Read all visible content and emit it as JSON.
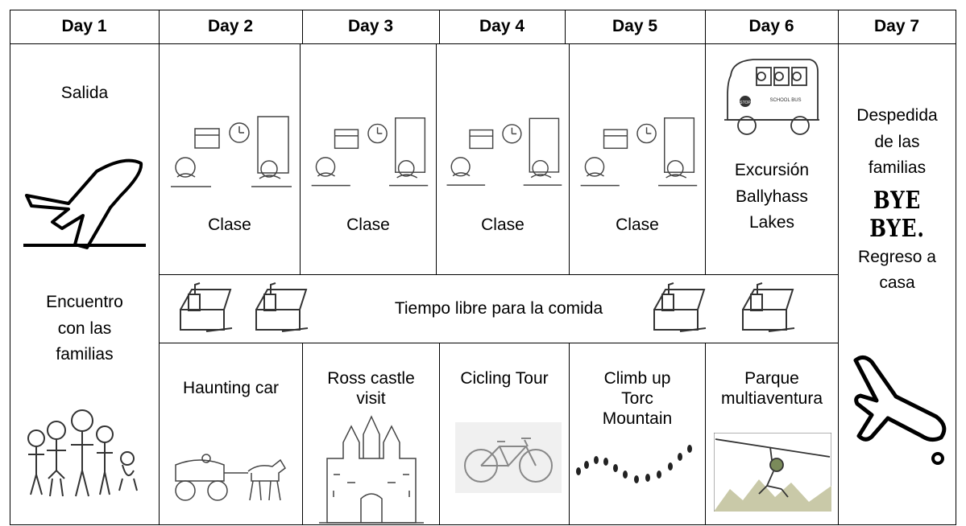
{
  "headers": [
    "Day 1",
    "Day 2",
    "Day 3",
    "Day 4",
    "Day 5",
    "Day 6",
    "Day 7"
  ],
  "day1": {
    "top": "Salida",
    "bottom": [
      "Encuentro",
      "con las",
      "familias"
    ]
  },
  "class_label": "Clase",
  "day6": {
    "lines": [
      "Excursión",
      "Ballyhass",
      "Lakes"
    ]
  },
  "day7": {
    "top": [
      "Despedida",
      "de las",
      "familias"
    ],
    "bye": "BYE BYE.",
    "return": [
      "Regreso a",
      "casa"
    ]
  },
  "lunch_row": {
    "label": "Tiempo libre para la comida"
  },
  "activities": {
    "day2": "Haunting car",
    "day3": [
      "Ross castle",
      "visit"
    ],
    "day4": "Cicling Tour",
    "day5": [
      "Climb up",
      "Torc",
      "Mountain"
    ],
    "day6": [
      "Parque",
      "multiaventura"
    ]
  },
  "bus_sign": {
    "stop": "STOP",
    "school": "SCHOOL BUS"
  },
  "colors": {
    "border": "#000000",
    "bike_bg": "#f0f0f0",
    "zip_bg": "#c9c9a8"
  }
}
